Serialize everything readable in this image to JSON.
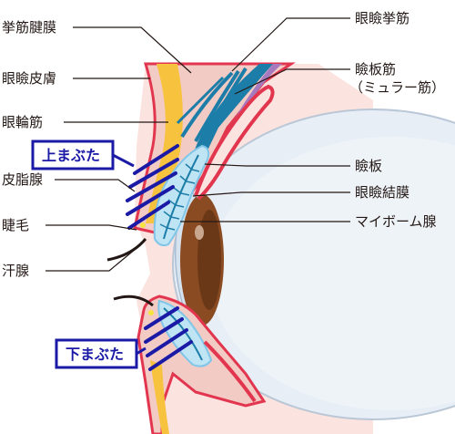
{
  "labels": {
    "levator_aponeurosis": "挙筋腱膜",
    "eyelid_skin": "眼瞼皮膚",
    "orbicularis": "眼輪筋",
    "sebaceous_gland": "皮脂腺",
    "eyelash": "睫毛",
    "sweat_gland": "汗腺",
    "levator_muscle": "眼瞼挙筋",
    "tarsal_muscle": "瞼板筋",
    "tarsal_muscle_note": "（ミュラー筋）",
    "tarsus": "瞼板",
    "conjunctiva": "眼瞼結膜",
    "meibomian": "マイボーム腺"
  },
  "boxes": {
    "upper_lid": "上まぶた",
    "lower_lid": "下まぶた"
  },
  "colors": {
    "skin": "#f2c8c3",
    "skin_edge": "#e2364f",
    "fat": "#f7c23e",
    "muscle": "#1c7ea8",
    "muscle_light": "#7fc6e8",
    "tarsal_muscle": "#a77ac0",
    "conj": "#e2364f",
    "eyeball": "#dfe7ef",
    "iris": "#8a4b22",
    "gland_box": "#1a1aa6",
    "gland_lines": "#1a1aa6",
    "leader": "#231815"
  }
}
